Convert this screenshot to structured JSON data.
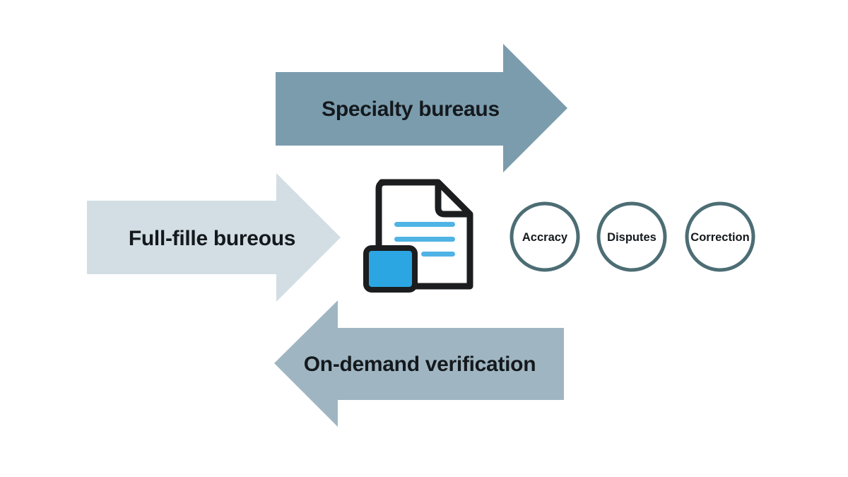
{
  "arrows": {
    "specialty": {
      "label": "Specialty bureaus",
      "direction": "right",
      "color": "#7b9cad"
    },
    "full_file": {
      "label": "Full-fille bureous",
      "direction": "right",
      "color": "#d2dee3"
    },
    "on_demand": {
      "label": "On-demand verification",
      "direction": "left",
      "color": "#9fb6c2"
    }
  },
  "center_icon": {
    "icon": "document-icon",
    "outline_color": "#1b1d1f",
    "accent_color": "#2ba6e2",
    "line_color": "#4fb3e4"
  },
  "circles": {
    "ring_color": "#4c6d74",
    "items": [
      {
        "label": "Accracy"
      },
      {
        "label": "Disputes"
      },
      {
        "label": "Correction"
      }
    ]
  }
}
